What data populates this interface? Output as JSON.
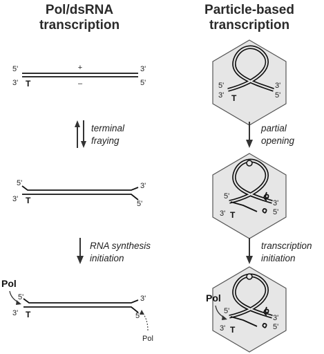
{
  "left_column": {
    "title_line1": "Pol/dsRNA",
    "title_line2": "transcription",
    "panel1": {
      "end_top_left": "5'",
      "end_top_right": "3'",
      "end_bottom_left": "3'",
      "end_bottom_right": "5'",
      "plus": "+",
      "minus": "–",
      "T": "T"
    },
    "step1_line1": "terminal",
    "step1_line2": "fraying",
    "panel2": {
      "end_top_left": "5'",
      "end_top_right": "3'",
      "end_bottom_left": "3'",
      "end_bottom_right": "5'",
      "T": "T"
    },
    "step2_line1": "RNA synthesis",
    "step2_line2": "initiation",
    "panel3": {
      "pol_left": "Pol",
      "pol_right": "Pol",
      "end_top_left": "5'",
      "end_top_right": "3'",
      "end_bottom_left": "3'",
      "end_bottom_right": "5'",
      "T": "T"
    }
  },
  "right_column": {
    "title_line1": "Particle-based",
    "title_line2": "transcription",
    "panel1": {
      "end_top_left": "5'",
      "end_top_right": "3'",
      "end_bottom_left": "3'",
      "end_bottom_right": "5'",
      "T": "T"
    },
    "step1_line1": "partial",
    "step1_line2": "opening",
    "panel2": {
      "end_top_left": "5'",
      "end_top_right": "3'",
      "end_bottom_left": "3'",
      "end_bottom_right": "5'",
      "T": "T"
    },
    "step2_line1": "transcription",
    "step2_line2": "initiation",
    "panel3": {
      "pol": "Pol",
      "end_top_left": "5'",
      "end_top_right": "3'",
      "end_bottom_left": "3'",
      "end_bottom_right": "5'",
      "T": "T"
    }
  }
}
